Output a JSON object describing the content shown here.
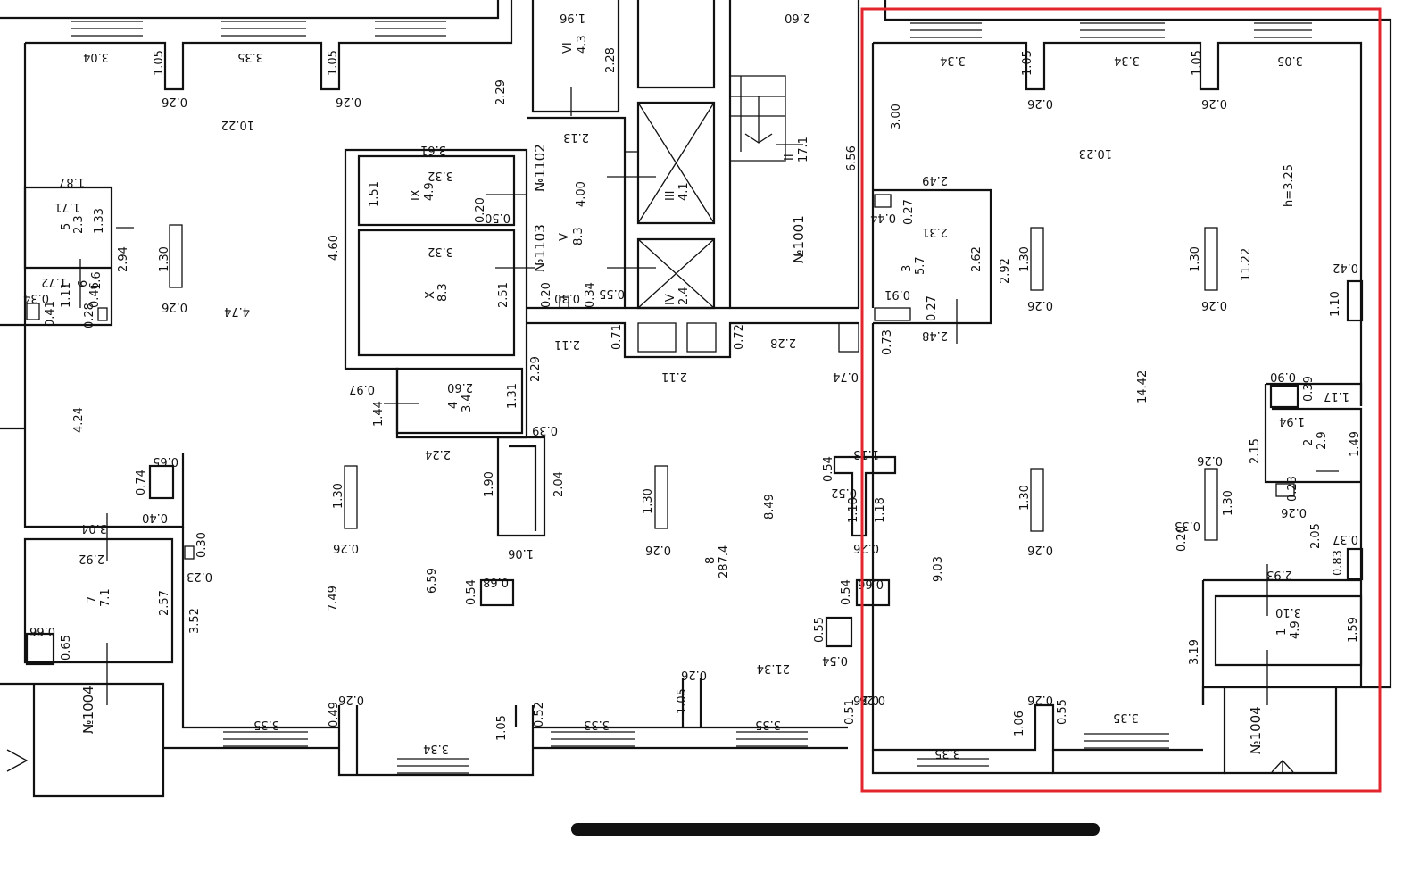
{
  "rooms": {
    "r1004_left": "№1004",
    "r1004_right": "№1004",
    "r1001": "№1001",
    "r1102": "№1102",
    "r1103": "№1103"
  },
  "room_codes": {
    "r5": "5",
    "r5_area": "2.3",
    "r6": "6",
    "r6_area": "1.6",
    "r7": "7",
    "r7_area": "7.1",
    "r8": "8",
    "r8_area": "287.4",
    "r4": "4",
    "r4_area": "3.4",
    "rIX": "IX",
    "rIX_area": "4.9",
    "rX": "X",
    "rX_area": "8.3",
    "rV": "V",
    "rV_area": "8.3",
    "rVI": "VI",
    "rVI_area": "4.3",
    "rIII": "III",
    "rIII_area": "4.1",
    "rIV": "IV",
    "rIV_area": "2.4",
    "rII": "II",
    "rII_area": "17.1",
    "r3": "3",
    "r3_area": "5.7",
    "r2": "2",
    "r2_area": "2.9",
    "r1": "1",
    "r1_area": "4.9"
  },
  "dimensions": {
    "d_304_top": "3.04",
    "d_335_top": "3.35",
    "d_105_a": "1.05",
    "d_105_b": "1.05",
    "d_026_a": "0.26",
    "d_026_b": "0.26",
    "d_1022": "10.22",
    "d_229": "2.29",
    "d_187": "1.87",
    "d_171": "1.71",
    "d_133": "1.33",
    "d_294": "2.94",
    "d_172": "1.72",
    "d_111": "1.11",
    "d_034": "0.34",
    "d_041": "0.41",
    "d_028": "0.28",
    "d_046": "0.46",
    "d_130_l": "1.30",
    "d_026_l": "0.26",
    "d_474": "4.74",
    "d_424": "4.24",
    "d_460": "4.60",
    "d_361": "3.61",
    "d_332_a": "3.32",
    "d_151": "1.51",
    "d_020": "0.20",
    "d_050": "0.50",
    "d_332_b": "3.32",
    "d_251": "2.51",
    "d_196": "1.96",
    "d_228": "2.28",
    "d_213": "2.13",
    "d_400": "4.00",
    "d_030": "0.30",
    "d_020b": "0.20",
    "d_034b": "0.34",
    "d_055": "0.55",
    "d_260_top": "2.60",
    "d_656": "6.56",
    "d_211_a": "2.11",
    "d_071": "0.71",
    "d_211_b": "2.11",
    "d_072": "0.72",
    "d_228b": "2.28",
    "d_074": "0.74",
    "d_097": "0.97",
    "d_260": "2.60",
    "d_131": "1.31",
    "d_144": "1.44",
    "d_224": "2.24",
    "d_229b": "2.29",
    "d_039": "0.39",
    "d_190": "1.90",
    "d_204": "2.04",
    "d_106": "1.06",
    "d_065": "0.65",
    "d_074b": "0.74",
    "d_040": "0.40",
    "d_304b": "3.04",
    "d_292": "2.92",
    "d_257": "2.57",
    "d_066": "0.66",
    "d_065b": "0.65",
    "d_030b": "0.30",
    "d_023": "0.23",
    "d_352": "3.52",
    "d_749": "7.49",
    "d_130_c": "1.30",
    "d_026_c": "0.26",
    "d_659": "6.59",
    "d_068": "0.68",
    "d_054a": "0.54",
    "d_130_d": "1.30",
    "d_026_d": "0.26",
    "d_849": "8.49",
    "d_054b": "0.54",
    "d_052": "0.52",
    "d_113": "1.13",
    "d_118a": "1.18",
    "d_118b": "1.18",
    "d_026_e": "0.26",
    "d_066b": "0.66",
    "d_054c": "0.54",
    "d_055b": "0.55",
    "d_054d": "0.54",
    "d_2134": "21.34",
    "d_026_f": "0.26",
    "d_105_c": "1.05",
    "d_026_g": "0.26",
    "d_049": "0.49",
    "d_335_b": "3.35",
    "d_334_b": "3.34",
    "d_105_d": "1.05",
    "d_052b": "0.52",
    "d_333": "3.33",
    "d_335_c": "3.35",
    "d_051": "0.51",
    "d_026_h": "0.26",
    "r_334_a": "3.34",
    "r_105_a": "1.05",
    "r_334_b": "3.34",
    "r_105_b": "1.05",
    "r_305": "3.05",
    "r_026_a": "0.26",
    "r_026_b": "0.26",
    "r_300": "3.00",
    "r_1023": "10.23",
    "r_h325": "h=3.25",
    "r_249": "2.49",
    "r_027_a": "0.27",
    "r_044": "0.44",
    "r_231": "2.31",
    "r_262": "2.62",
    "r_292": "2.92",
    "r_130_a": "1.30",
    "r_130_b": "1.30",
    "r_1122": "11.22",
    "r_042": "0.42",
    "r_091": "0.91",
    "r_027_b": "0.27",
    "r_026_c": "0.26",
    "r_026_d": "0.26",
    "r_110": "1.10",
    "r_073": "0.73",
    "r_248": "2.48",
    "r_1442": "14.42",
    "r_090": "0.90",
    "r_039": "0.39",
    "r_117": "1.17",
    "r_194": "1.94",
    "r_149": "1.49",
    "r_215": "2.15",
    "r_026_e": "0.26",
    "r_130_c": "1.30",
    "r_130_d": "1.30",
    "r_033": "0.33",
    "r_020": "0.20",
    "r_026_f": "0.26",
    "r_023": "0.23",
    "r_026_g": "0.26",
    "r_037": "0.37",
    "r_205": "2.05",
    "r_083": "0.83",
    "r_903": "9.03",
    "r_293": "2.93",
    "r_310": "3.10",
    "r_159": "1.59",
    "r_319": "3.19",
    "r_026_h": "0.26",
    "r_106": "1.06",
    "r_055": "0.55",
    "r_335_a": "3.35",
    "r_335_b": "3.35",
    "r_026_i": "0.26"
  },
  "colors": {
    "highlight": "#e3262d",
    "line": "#111111",
    "background": "#ffffff",
    "home_indicator": "#111111"
  }
}
